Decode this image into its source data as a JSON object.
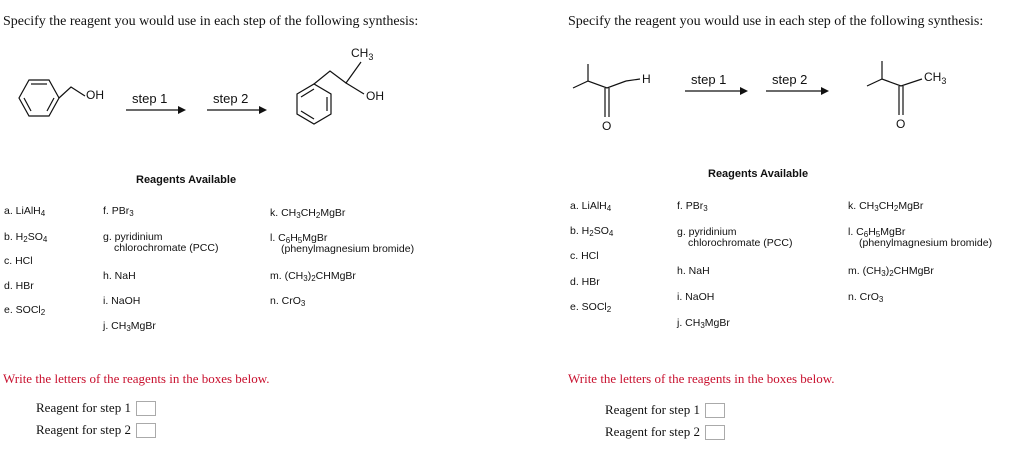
{
  "left": {
    "question": "Specify the reagent you would use in each step of the following synthesis:",
    "scheme": {
      "oh1": "OH",
      "step1": "step 1",
      "step2": "step 2",
      "ch3": "CH3",
      "oh2": "OH"
    },
    "reagents_heading": "Reagents Available",
    "write_prompt": "Write the letters of the reagents in the boxes below.",
    "step1_label": "Reagent for step 1",
    "step2_label": "Reagent for step 2",
    "step1_value": "",
    "step2_value": ""
  },
  "right": {
    "question": "Specify the reagent you would use in each step of the following synthesis:",
    "scheme": {
      "h": "H",
      "o1": "O",
      "step1": "step 1",
      "step2": "step 2",
      "ch3": "CH3",
      "o2": "O"
    },
    "reagents_heading": "Reagents Available",
    "write_prompt": "Write the letters of the reagents in the boxes below.",
    "step1_label": "Reagent for step 1",
    "step2_label": "Reagent for step 2",
    "step1_value": "",
    "step2_value": ""
  },
  "reagents": {
    "a": [
      "a. LiAlH",
      "4"
    ],
    "b": [
      "b. H",
      "2",
      "SO",
      "4"
    ],
    "c": [
      "c. HCl"
    ],
    "d": [
      "d. HBr"
    ],
    "e": [
      "e. SOCl",
      "2"
    ],
    "f": [
      "f. PBr",
      "3"
    ],
    "g1": "g. pyridinium",
    "g2": "chlorochromate (PCC)",
    "h": "h. NaH",
    "i": "i. NaOH",
    "j": [
      "j. CH",
      "3",
      "MgBr"
    ],
    "k": [
      "k. CH",
      "3",
      "CH",
      "2",
      "MgBr"
    ],
    "l1": [
      "l. C",
      "6",
      "H",
      "5",
      "MgBr"
    ],
    "l2": "(phenylmagnesium bromide)",
    "m": [
      "m. (CH",
      "3",
      ")",
      "2",
      "CHMgBr"
    ],
    "n": [
      "n. CrO",
      "3"
    ]
  }
}
